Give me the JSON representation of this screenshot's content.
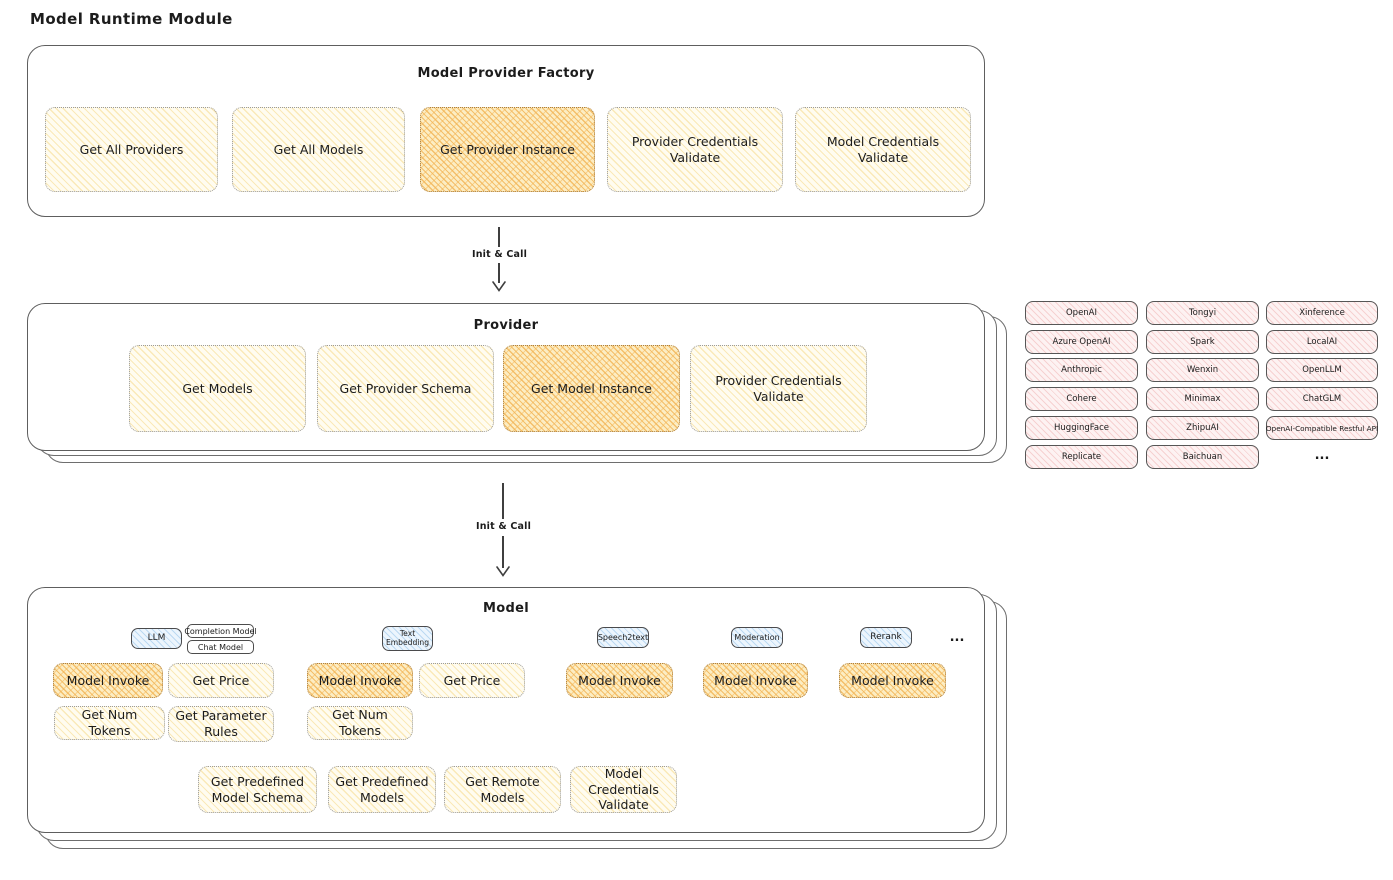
{
  "page_title": "Model Runtime Module",
  "colors": {
    "yellow_bg": "#fffcf0",
    "yellow_hatch": "#f6d98a",
    "orange_bg": "#fcedc3",
    "orange_hatch": "#f3b454",
    "blue_bg": "#ecf5fd",
    "blue_hatch": "#8cbee8",
    "pink_bg": "#fdf2f2",
    "pink_hatch": "#eca0a0",
    "box_border": "#5e5e5e",
    "arrow": "#3f3f3f"
  },
  "factory": {
    "title": "Model Provider Factory",
    "get_all_providers": "Get All Providers",
    "get_all_models": "Get All Models",
    "get_provider_instance": "Get Provider Instance",
    "provider_credentials_validate": "Provider Credentials Validate",
    "model_credentials_validate": "Model Credentials Validate"
  },
  "arrow1": {
    "label": "Init & Call"
  },
  "provider": {
    "title": "Provider",
    "get_models": "Get Models",
    "get_provider_schema": "Get Provider Schema",
    "get_model_instance": "Get Model Instance",
    "provider_credentials_validate": "Provider Credentials Validate"
  },
  "providers_panel": {
    "column1": [
      "OpenAI",
      "Azure OpenAI",
      "Anthropic",
      "Cohere",
      "HuggingFace",
      "Replicate"
    ],
    "column2": [
      "Tongyi",
      "Spark",
      "Wenxin",
      "Minimax",
      "ZhipuAI",
      "Baichuan"
    ],
    "column3": [
      "Xinference",
      "LocalAI",
      "OpenLLM",
      "ChatGLM",
      "OpenAI-Compatible Restful API"
    ],
    "more_label": "..."
  },
  "arrow2": {
    "label": "Init & Call"
  },
  "model": {
    "title": "Model",
    "more_label": "...",
    "tabs": {
      "llm": "LLM",
      "completion_model": "Completion Model",
      "chat_model": "Chat Model",
      "text_embedding": "Text Embedding",
      "speech2text": "Speech2text",
      "moderation": "Moderation",
      "rerank": "Rerank"
    },
    "llm_buttons": {
      "model_invoke": "Model Invoke",
      "get_price": "Get Price",
      "get_num_tokens": "Get Num Tokens",
      "get_parameter_rules": "Get Parameter Rules"
    },
    "embedding_buttons": {
      "model_invoke": "Model Invoke",
      "get_price": "Get Price",
      "get_num_tokens": "Get Num Tokens"
    },
    "speech2text_buttons": {
      "model_invoke": "Model Invoke"
    },
    "moderation_buttons": {
      "model_invoke": "Model Invoke"
    },
    "rerank_buttons": {
      "model_invoke": "Model Invoke"
    },
    "bottom_buttons": {
      "get_predefined_model_schema": "Get Predefined Model Schema",
      "get_predefined_models": "Get Predefined Models",
      "get_remote_models": "Get Remote Models",
      "model_credentials_validate": "Model Credentials Validate"
    }
  }
}
